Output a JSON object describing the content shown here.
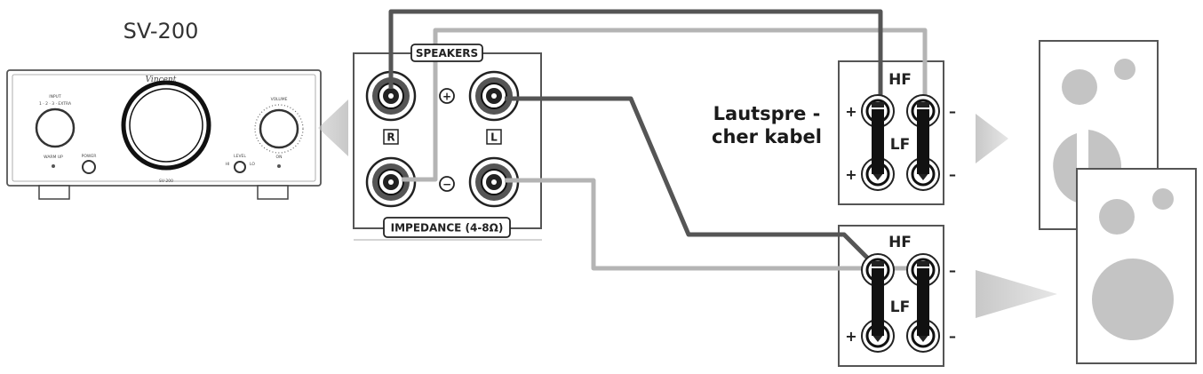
{
  "amplifier": {
    "model_title": "SV-200",
    "brand": "Vincent",
    "front_model": "SV-200",
    "labels": {
      "input": "INPUT",
      "input_options": "1 · 2 · 3 · EXTRA",
      "volume": "VOLUME",
      "power": "POWER",
      "warm_up": "WARM UP",
      "level": "LEVEL",
      "hi": "HI",
      "lo": "LO",
      "on": "ON"
    }
  },
  "terminal_panel": {
    "title": "SPEAKERS",
    "footer": "IMPEDANCE (4-8Ω)",
    "right_marker": "R",
    "left_marker": "L",
    "plus": "+",
    "minus": "−"
  },
  "cable_label": [
    "Lautspre -",
    "cher kabel"
  ],
  "speaker_terminals": [
    {
      "hf": "HF",
      "lf": "LF",
      "plus": "+",
      "minus": "–"
    },
    {
      "hf": "HF",
      "lf": "LF",
      "plus": "+",
      "minus": "–"
    }
  ],
  "colors": {
    "cable_dark": "#555555",
    "cable_light": "#b4b4b4",
    "panel_border": "#555555",
    "arrow_gray": "#c8c8c8",
    "speaker_fill": "#c4c4c4"
  }
}
